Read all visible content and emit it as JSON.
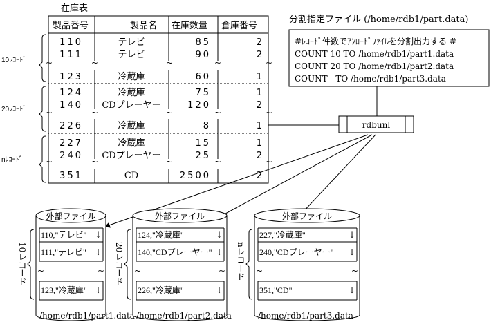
{
  "table": {
    "title": "在庫表",
    "headers": [
      "製品番号",
      "製品名",
      "在庫数量",
      "倉庫番号"
    ],
    "rows": [
      [
        "110",
        "テレビ",
        "85",
        "2"
      ],
      [
        "111",
        "テレビ",
        "90",
        "2"
      ],
      [
        "123",
        "冷蔵庫",
        "60",
        "1"
      ],
      [
        "124",
        "冷蔵庫",
        "75",
        "1"
      ],
      [
        "140",
        "CDプレーヤー",
        "120",
        "2"
      ],
      [
        "226",
        "冷蔵庫",
        "8",
        "1"
      ],
      [
        "227",
        "冷蔵庫",
        "15",
        "1"
      ],
      [
        "240",
        "CDプレーヤー",
        "25",
        "2"
      ],
      [
        "351",
        "CD",
        "2500",
        "2"
      ]
    ],
    "groups": [
      "10ﾚｺｰﾄﾞ",
      "20ﾚｺｰﾄﾞ",
      "nﾚｺｰﾄﾞ"
    ],
    "tilde": "~"
  },
  "spec_file": {
    "title": "分割指定ファイル (/home/rdb1/part.data)",
    "lines": [
      "#ﾚｺｰﾄﾞ件数でｱﾝﾛｰﾄﾞﾌｧｲﾙを分割出力する #",
      "COUNT 10  TO /home/rdb1/part1.data",
      "COUNT 20  TO /home/rdb1/part2.data",
      "COUNT   -   TO /home/rdb1/part3.data"
    ]
  },
  "command": "rdbunl",
  "external_files": [
    {
      "label": "外部ファイル",
      "group": "10レコード",
      "records": [
        "110,\"テレビ\"",
        "111,\"テレビ\"",
        "123,\"冷蔵庫\""
      ],
      "path": "/home/rdb1/part1.data"
    },
    {
      "label": "外部ファイル",
      "group": "20レコード",
      "records": [
        "124,\"冷蔵庫\"",
        "140,\"CDプレーヤー\"",
        "226,\"冷蔵庫\""
      ],
      "path": "/home/rdb1/part2.data"
    },
    {
      "label": "外部ファイル",
      "group": "nレコード",
      "records": [
        "227,\"冷蔵庫\"",
        "240,\"CDプレーヤー\"",
        "351,\"CD\""
      ],
      "path": "/home/rdb1/part3.data"
    }
  ],
  "record_arrow": "↓"
}
